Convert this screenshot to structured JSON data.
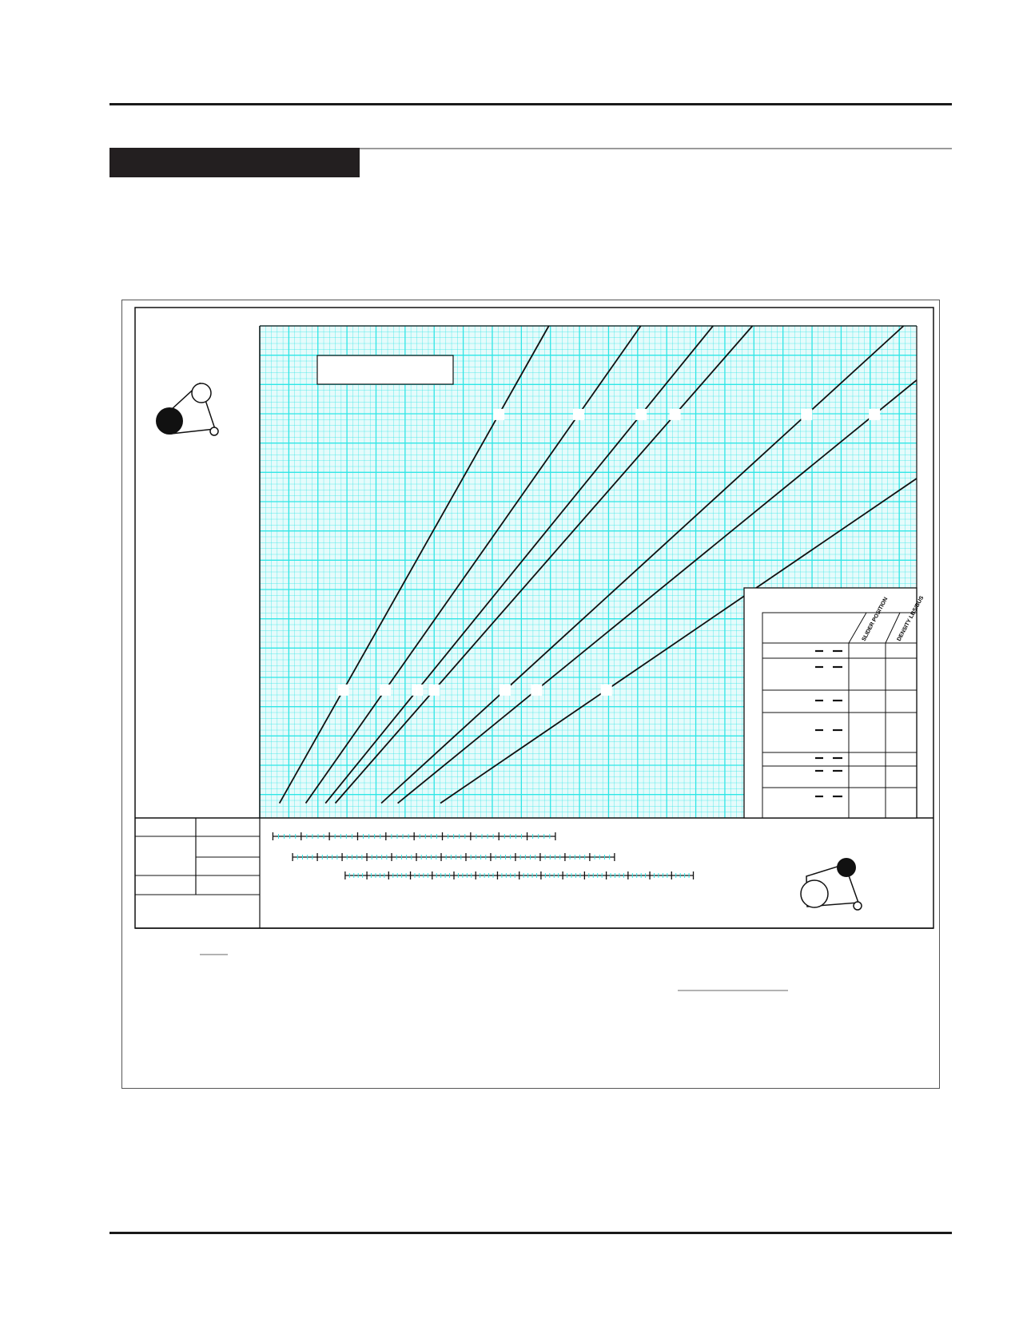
{
  "page": {
    "section_tab": "",
    "footnote_text": ""
  },
  "chart_data": {
    "type": "line",
    "title": "",
    "xlabel": "",
    "ylabel": "",
    "xlim": [
      0,
      1
    ],
    "ylim": [
      0,
      1
    ],
    "grid": true,
    "grid_color": "#2ee6e6",
    "line_color": "#111111",
    "series": [
      {
        "points": [
          [
            0.03,
            0.03
          ],
          [
            0.44,
            1.0
          ]
        ]
      },
      {
        "points": [
          [
            0.07,
            0.03
          ],
          [
            0.58,
            1.0
          ]
        ]
      },
      {
        "points": [
          [
            0.1,
            0.03
          ],
          [
            0.69,
            1.0
          ]
        ]
      },
      {
        "points": [
          [
            0.115,
            0.03
          ],
          [
            0.75,
            1.0
          ]
        ]
      },
      {
        "points": [
          [
            0.185,
            0.03
          ],
          [
            0.98,
            1.0
          ]
        ]
      },
      {
        "points": [
          [
            0.21,
            0.03
          ],
          [
            1.0,
            0.89
          ]
        ]
      },
      {
        "points": [
          [
            0.275,
            0.03
          ],
          [
            1.0,
            0.69
          ]
        ]
      }
    ],
    "legend_table": {
      "headers": [
        "",
        "SLIDER POSITION",
        "DENSITY LBS/BUS"
      ],
      "rows": [
        {
          "label": "",
          "slider": "",
          "density": ""
        },
        {
          "label": "",
          "slider": "",
          "density": ""
        },
        {
          "label": "",
          "slider": "",
          "density": ""
        },
        {
          "label": "",
          "slider": "",
          "density": ""
        },
        {
          "label": "",
          "slider": "",
          "density": ""
        },
        {
          "label": "",
          "slider": "",
          "density": ""
        },
        {
          "label": "",
          "slider": "",
          "density": ""
        }
      ]
    },
    "bottom_scales": [
      {
        "label": "",
        "start": 0.02,
        "end": 0.45,
        "major_ticks": 10
      },
      {
        "label": "",
        "start": 0.05,
        "end": 0.54,
        "major_ticks": 13
      },
      {
        "label": "",
        "start": 0.13,
        "end": 0.66,
        "major_ticks": 16
      }
    ]
  }
}
